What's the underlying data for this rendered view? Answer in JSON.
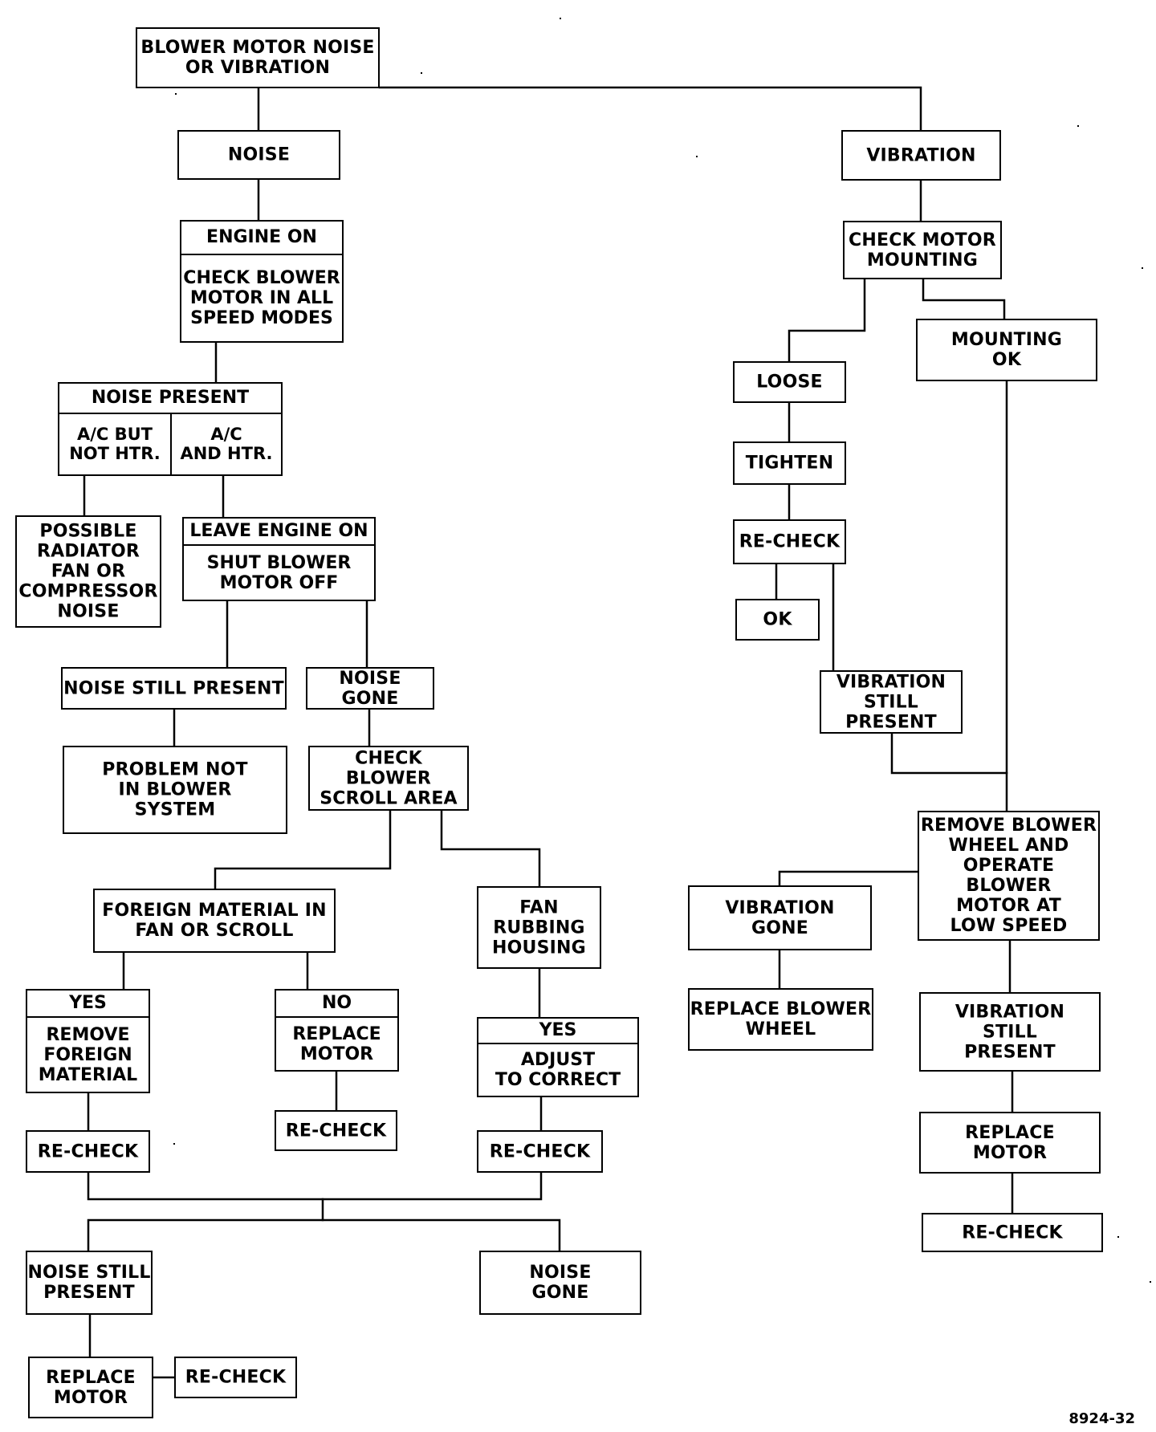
{
  "diagram": {
    "figure_code": "8924-32",
    "title": "BLOWER MOTOR NOISE\nOR VIBRATION",
    "noise_branch": {
      "noise": "NOISE",
      "engine_on": {
        "header": "ENGINE ON",
        "body": "CHECK BLOWER\nMOTOR IN ALL\nSPEED MODES"
      },
      "noise_present": {
        "header": "NOISE PRESENT",
        "left": "A/C BUT\nNOT HTR.",
        "right": "A/C\nAND HTR."
      },
      "possible_radiator": "POSSIBLE\nRADIATOR\nFAN OR\nCOMPRESSOR\nNOISE",
      "leave_engine_on": {
        "header": "LEAVE ENGINE ON",
        "body": "SHUT BLOWER\nMOTOR OFF"
      },
      "noise_still_present_1": "NOISE STILL PRESENT",
      "noise_gone_1": "NOISE GONE",
      "problem_not_in_blower": "PROBLEM NOT\nIN BLOWER\nSYSTEM",
      "check_blower_scroll": "CHECK BLOWER\nSCROLL AREA",
      "foreign_material": "FOREIGN MATERIAL IN\nFAN OR SCROLL",
      "fan_rubbing": "FAN\nRUBBING\nHOUSING",
      "yes_remove": {
        "header": "YES",
        "body": "REMOVE\nFOREIGN\nMATERIAL"
      },
      "no_replace": {
        "header": "NO",
        "body": "REPLACE\nMOTOR"
      },
      "yes_adjust": {
        "header": "YES",
        "body": "ADJUST\nTO CORRECT"
      },
      "recheck_a": "RE-CHECK",
      "recheck_b": "RE-CHECK",
      "recheck_c": "RE-CHECK",
      "noise_still_present_2": "NOISE STILL\nPRESENT",
      "noise_gone_2": "NOISE\nGONE",
      "replace_motor_final": "REPLACE\nMOTOR",
      "recheck_final": "RE-CHECK"
    },
    "vibration_branch": {
      "vibration": "VIBRATION",
      "check_motor_mounting": "CHECK MOTOR\nMOUNTING",
      "loose": "LOOSE",
      "mounting_ok": "MOUNTING\nOK",
      "tighten": "TIGHTEN",
      "recheck": "RE-CHECK",
      "ok": "OK",
      "vibration_still_present_1": "VIBRATION\nSTILL PRESENT",
      "remove_blower_wheel": "REMOVE BLOWER\nWHEEL AND\nOPERATE BLOWER\nMOTOR AT\nLOW SPEED",
      "vibration_gone": "VIBRATION\nGONE",
      "replace_blower_wheel": "REPLACE BLOWER\nWHEEL",
      "vibration_still_present_2": "VIBRATION\nSTILL\nPRESENT",
      "replace_motor": "REPLACE\nMOTOR",
      "recheck_final": "RE-CHECK"
    }
  }
}
